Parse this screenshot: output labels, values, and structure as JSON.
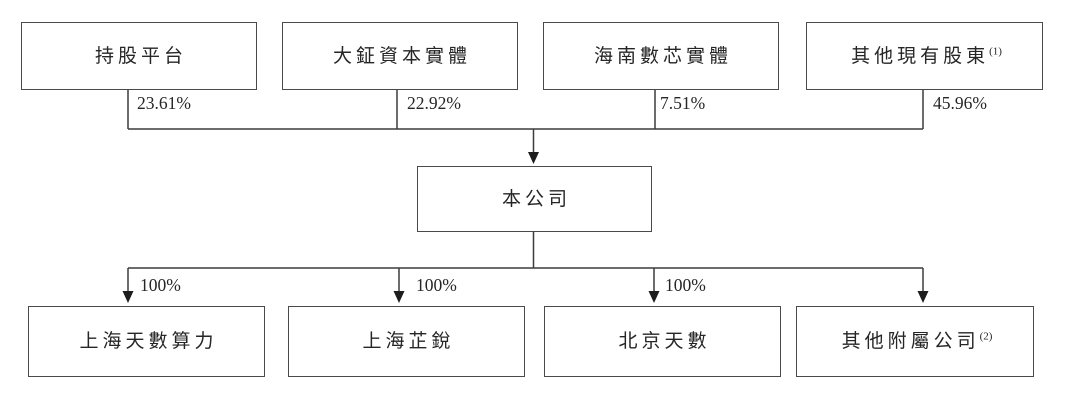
{
  "style": {
    "background": "#ffffff",
    "line_color": "#3c3c3c",
    "box_border_color": "#4a4a4a",
    "text_color": "#262626"
  },
  "diagram": {
    "shareholders": [
      {
        "name": "持股平台",
        "ownership": "23.61%"
      },
      {
        "name": "大鉦資本實體",
        "ownership": "22.92%"
      },
      {
        "name": "海南數芯實體",
        "ownership": "7.51%"
      },
      {
        "name": "其他現有股東",
        "note": "(1)",
        "ownership": "45.96%"
      }
    ],
    "company": {
      "name": "本公司"
    },
    "subsidiaries": [
      {
        "name": "上海天數算力",
        "ownership": "100%"
      },
      {
        "name": "上海芷銳",
        "ownership": "100%"
      },
      {
        "name": "北京天數",
        "ownership": "100%"
      },
      {
        "name": "其他附屬公司",
        "note": "(2)"
      }
    ]
  }
}
